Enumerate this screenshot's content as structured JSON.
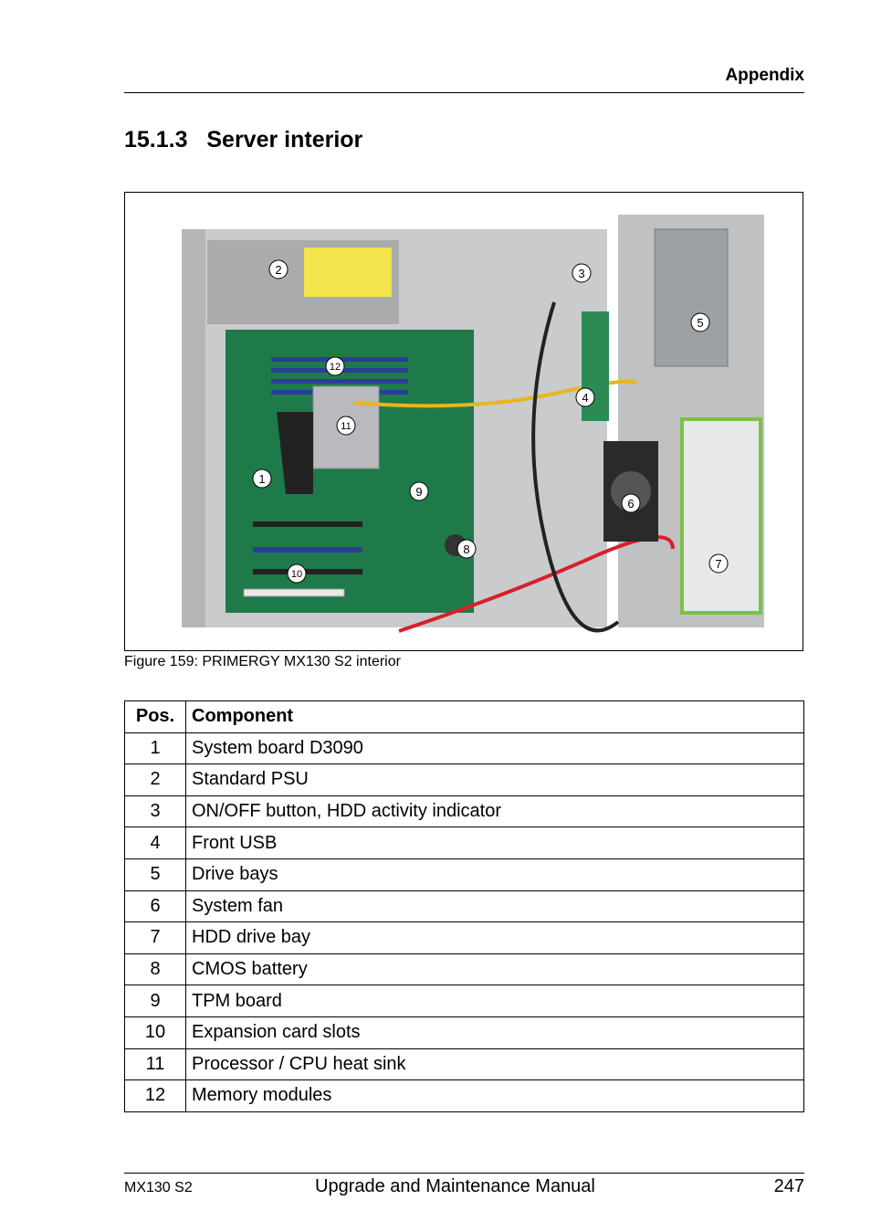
{
  "header": {
    "section_label": "Appendix"
  },
  "section": {
    "number": "15.1.3",
    "title": "Server interior"
  },
  "figure": {
    "caption": "Figure 159: PRIMERGY MX130 S2 interior",
    "callouts": [
      "1",
      "2",
      "3",
      "4",
      "5",
      "6",
      "7",
      "8",
      "9",
      "10",
      "11",
      "12"
    ],
    "colors": {
      "chassis": "#c9cbcd",
      "board": "#1f7a4a",
      "psu_label": "#f2e44a",
      "dimm": "#2b3d9c",
      "cable_red": "#d8202a",
      "cable_yellow": "#e8b61d",
      "drive_cage_green": "#7cc242"
    }
  },
  "table": {
    "headers": {
      "pos": "Pos.",
      "component": "Component"
    },
    "rows": [
      {
        "pos": "1",
        "component": "System board D3090"
      },
      {
        "pos": "2",
        "component": "Standard PSU"
      },
      {
        "pos": "3",
        "component": "ON/OFF button, HDD activity indicator"
      },
      {
        "pos": "4",
        "component": "Front USB"
      },
      {
        "pos": "5",
        "component": "Drive bays"
      },
      {
        "pos": "6",
        "component": "System fan"
      },
      {
        "pos": "7",
        "component": "HDD drive bay"
      },
      {
        "pos": "8",
        "component": "CMOS battery"
      },
      {
        "pos": "9",
        "component": "TPM board"
      },
      {
        "pos": "10",
        "component": "Expansion card slots"
      },
      {
        "pos": "11",
        "component": "Processor / CPU heat sink"
      },
      {
        "pos": "12",
        "component": "Memory modules"
      }
    ]
  },
  "footer": {
    "model": "MX130 S2",
    "manual_title": "Upgrade and Maintenance Manual",
    "page_number": "247"
  }
}
